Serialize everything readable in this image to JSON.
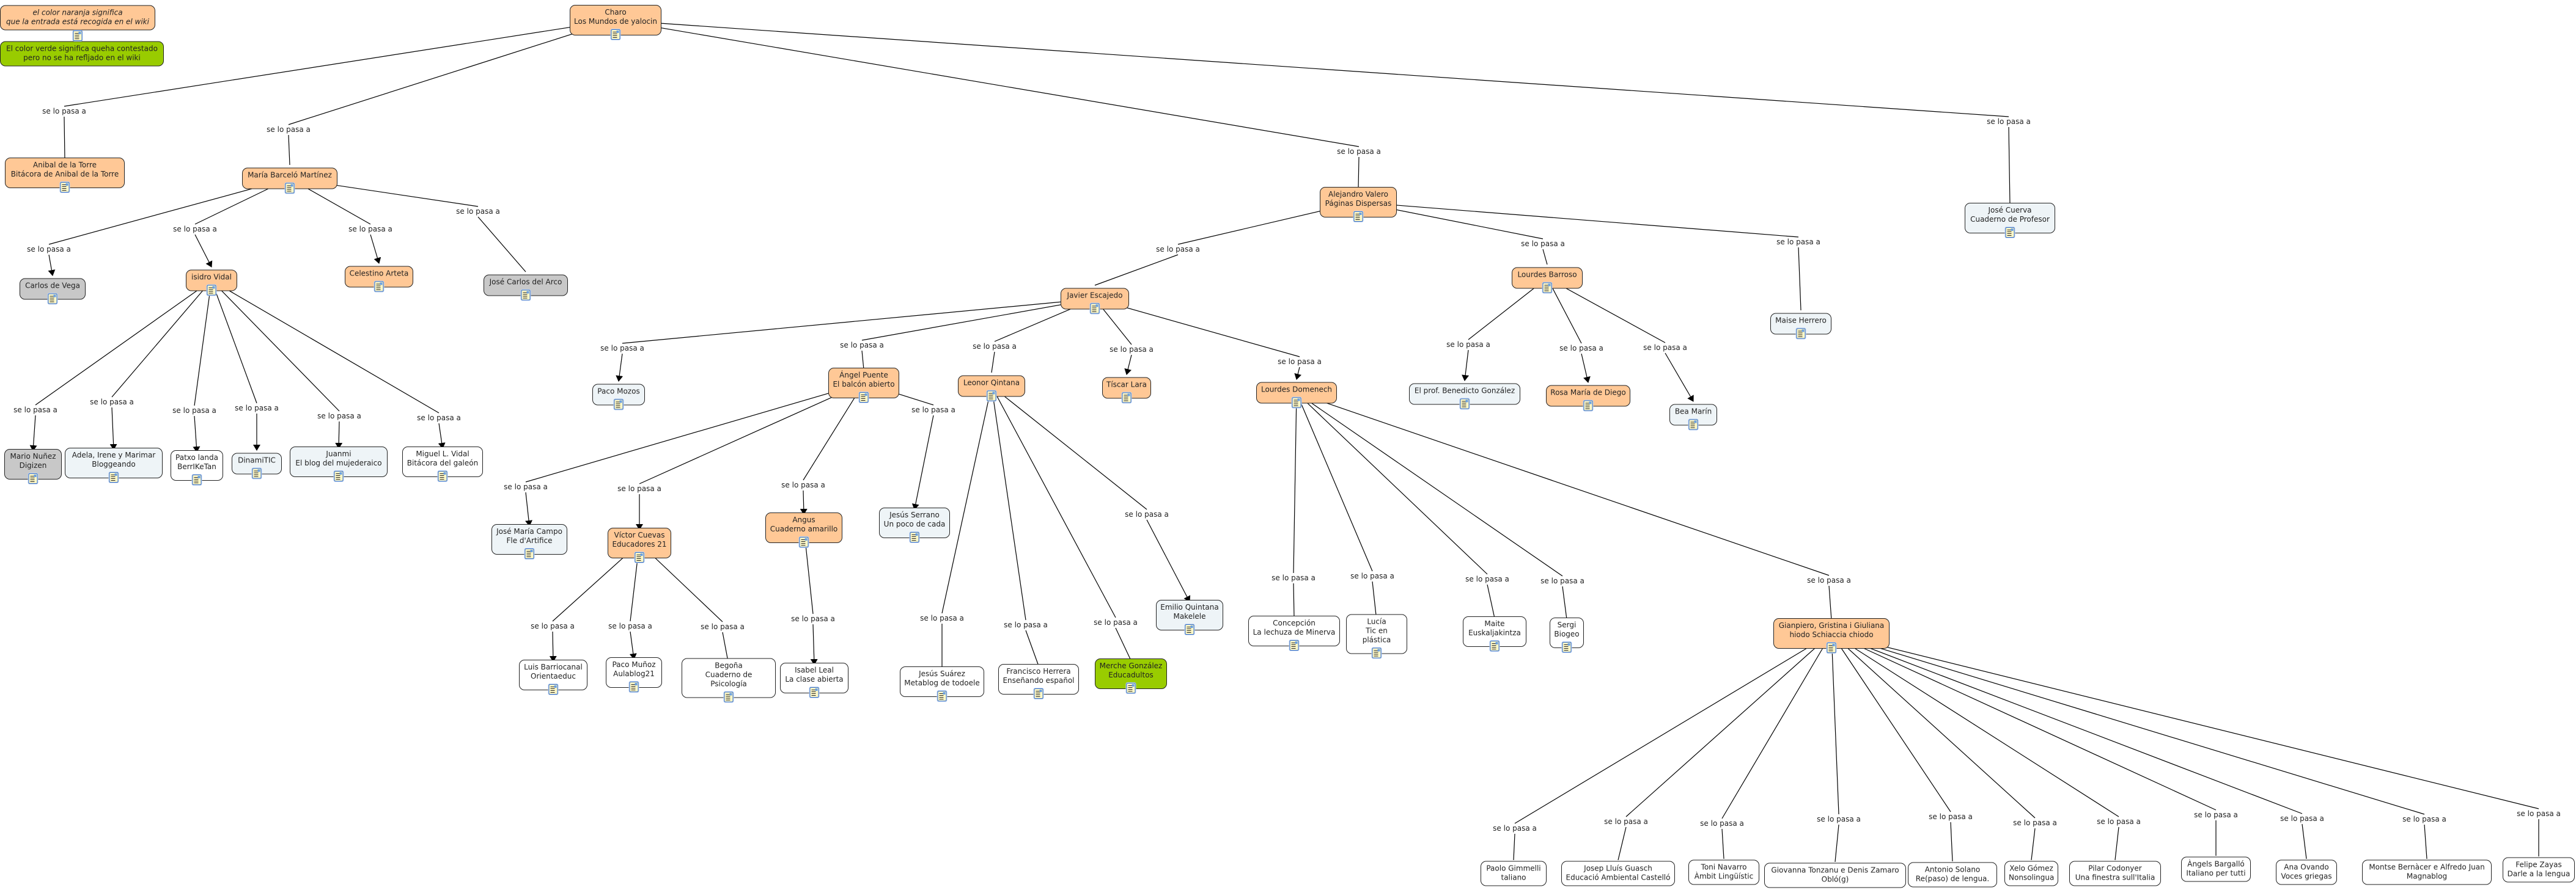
{
  "legend": {
    "orange_text": "el color naranja significa\nque la entrada está recogida en el wiki",
    "green_text": "El color verde significa queha contestado\npero no se ha refljado en el wiki"
  },
  "link_phrase": "se lo pasa a",
  "colors": {
    "orange": "#ffc896",
    "green": "#99cc00",
    "grey": "#c8c8c8",
    "light": "#eef4f7",
    "white": "#ffffff"
  },
  "nodes": [
    {
      "id": "charo",
      "label": "Charo\nLos Mundos de yalocin",
      "style": "orange"
    },
    {
      "id": "anibal",
      "label": "Anibal de la Torre\nBitácora de Anibal de la Torre",
      "style": "orange"
    },
    {
      "id": "maria",
      "label": "María Barceló Martínez",
      "style": "orange"
    },
    {
      "id": "alejandro",
      "label": "Alejandro Valero\nPáginas Dispersas",
      "style": "orange"
    },
    {
      "id": "cuerva",
      "label": "José Cuerva\nCuaderno de Profesor",
      "style": "light"
    },
    {
      "id": "carlos",
      "label": "Carlos de Vega",
      "style": "grey"
    },
    {
      "id": "isidro",
      "label": "isidro Vidal",
      "style": "orange"
    },
    {
      "id": "celestino",
      "label": "Celestino Arteta",
      "style": "orange"
    },
    {
      "id": "josecarlos",
      "label": "José Carlos del Arco",
      "style": "grey"
    },
    {
      "id": "mario",
      "label": "Mario Nuñez\nDigizen",
      "style": "grey"
    },
    {
      "id": "adela",
      "label": "Adela, Irene y Marimar\nBloggeando",
      "style": "light"
    },
    {
      "id": "patxo",
      "label": "Patxo landa\nBerrIKeTan",
      "style": "white"
    },
    {
      "id": "dinamitic",
      "label": "DinamiTIC",
      "style": "light"
    },
    {
      "id": "juanmi",
      "label": "Juanmi\nEl blog del mujederaico",
      "style": "light"
    },
    {
      "id": "miguel",
      "label": "Miguel L. Vidal\nBitácora del galeón",
      "style": "white"
    },
    {
      "id": "javier",
      "label": "Javier Escajedo",
      "style": "orange"
    },
    {
      "id": "lbarroso",
      "label": "Lourdes Barroso",
      "style": "orange"
    },
    {
      "id": "maise",
      "label": "Maise Herrero",
      "style": "light"
    },
    {
      "id": "paco",
      "label": "Paco Mozos",
      "style": "light"
    },
    {
      "id": "angel",
      "label": "Ángel Puente\nEl balcón abierto",
      "style": "orange"
    },
    {
      "id": "leonor",
      "label": "Leonor Qintana",
      "style": "orange"
    },
    {
      "id": "tiscar",
      "label": "Tíscar Lara",
      "style": "orange"
    },
    {
      "id": "ldomenech",
      "label": "Lourdes Domenech",
      "style": "orange"
    },
    {
      "id": "benedicto",
      "label": "El prof. Benedicto González",
      "style": "light"
    },
    {
      "id": "rosa",
      "label": "Rosa María de Diego",
      "style": "orange"
    },
    {
      "id": "bea",
      "label": "Bea Marín",
      "style": "light"
    },
    {
      "id": "campo",
      "label": "José María Campo\nFle d'Artifice",
      "style": "light"
    },
    {
      "id": "victor",
      "label": "Víctor Cuevas\nEducadores 21",
      "style": "orange"
    },
    {
      "id": "angus",
      "label": "Angus\nCuaderno amarillo",
      "style": "orange"
    },
    {
      "id": "serrano",
      "label": "Jesús Serrano\nUn poco de cada",
      "style": "light"
    },
    {
      "id": "emilio",
      "label": "Emilio Quintana\nMakelele",
      "style": "light"
    },
    {
      "id": "concepcion",
      "label": "Concepción\nLa lechuza de Minerva",
      "style": "white"
    },
    {
      "id": "lucia",
      "label": "Lucía\nTic en plástica",
      "style": "white"
    },
    {
      "id": "maite",
      "label": "Maite\nEuskaljakintza",
      "style": "white"
    },
    {
      "id": "sergi",
      "label": "Sergi\nBiogeo",
      "style": "white"
    },
    {
      "id": "gianpiero",
      "label": "Gianpiero, Gristina i Giuliana\nhiodo Schiaccia chiodo",
      "style": "orange"
    },
    {
      "id": "luis",
      "label": "Luis Barriocanal\nOrientaeduc",
      "style": "white"
    },
    {
      "id": "pacomunoz",
      "label": "Paco Muñoz\nAulablog21",
      "style": "white"
    },
    {
      "id": "begona",
      "label": "Begoña\nCuaderno de Psicología",
      "style": "white"
    },
    {
      "id": "isabel",
      "label": "Isabel Leal\nLa clase abierta",
      "style": "white"
    },
    {
      "id": "suarez",
      "label": "Jesús Suárez\nMetablog de todoele",
      "style": "white"
    },
    {
      "id": "herrera",
      "label": "Francisco Herrera\nEnseñando español",
      "style": "white"
    },
    {
      "id": "merche",
      "label": "Merche González\nEducadultos",
      "style": "green"
    },
    {
      "id": "paolo",
      "label": "Paolo Gimmelli\ntaliano",
      "style": "white",
      "noicon": true
    },
    {
      "id": "guasch",
      "label": "Josep Lluís Guasch\nEducació Ambiental Castelló",
      "style": "white",
      "noicon": true
    },
    {
      "id": "toni",
      "label": "Toni Navarro\nÀmbit Lingüístic",
      "style": "white",
      "noicon": true
    },
    {
      "id": "giovanna",
      "label": "Giovanna Tonzanu e Denis Zamaro\nObló(g)",
      "style": "white",
      "noicon": true
    },
    {
      "id": "solano",
      "label": "Antonio Solano\nRe(paso) de lengua.",
      "style": "white",
      "noicon": true
    },
    {
      "id": "xelo",
      "label": "Xelo Gómez\nNonsolingua",
      "style": "white",
      "noicon": true
    },
    {
      "id": "pilar",
      "label": "Pilar Codonyer\nUna finestra sull'Italia",
      "style": "white",
      "noicon": true
    },
    {
      "id": "angels",
      "label": "Àngels Bargalló\nItaliano per tutti",
      "style": "white",
      "noicon": true
    },
    {
      "id": "ana",
      "label": "Ana Ovando\nVoces griegas",
      "style": "white",
      "noicon": true
    },
    {
      "id": "montse",
      "label": "Montse Bernàcer e Alfredo Juan\nMagnablog",
      "style": "white",
      "noicon": true
    },
    {
      "id": "felipe",
      "label": "Felipe Zayas\nDarle a la lengua",
      "style": "white",
      "noicon": true
    }
  ],
  "links": [
    {
      "from": "charo",
      "to": "anibal",
      "arrow": false
    },
    {
      "from": "charo",
      "to": "maria",
      "arrow": false
    },
    {
      "from": "charo",
      "to": "alejandro",
      "arrow": false
    },
    {
      "from": "charo",
      "to": "cuerva",
      "arrow": false
    },
    {
      "from": "maria",
      "to": "carlos",
      "arrow": true
    },
    {
      "from": "maria",
      "to": "isidro",
      "arrow": true
    },
    {
      "from": "maria",
      "to": "celestino",
      "arrow": true
    },
    {
      "from": "maria",
      "to": "josecarlos",
      "arrow": false
    },
    {
      "from": "isidro",
      "to": "mario",
      "arrow": true
    },
    {
      "from": "isidro",
      "to": "adela",
      "arrow": true
    },
    {
      "from": "isidro",
      "to": "patxo",
      "arrow": true
    },
    {
      "from": "isidro",
      "to": "dinamitic",
      "arrow": true
    },
    {
      "from": "isidro",
      "to": "juanmi",
      "arrow": true
    },
    {
      "from": "isidro",
      "to": "miguel",
      "arrow": true
    },
    {
      "from": "alejandro",
      "to": "javier",
      "arrow": false
    },
    {
      "from": "alejandro",
      "to": "lbarroso",
      "arrow": false
    },
    {
      "from": "alejandro",
      "to": "maise",
      "arrow": false
    },
    {
      "from": "javier",
      "to": "paco",
      "arrow": true
    },
    {
      "from": "javier",
      "to": "angel",
      "arrow": false
    },
    {
      "from": "javier",
      "to": "leonor",
      "arrow": false
    },
    {
      "from": "javier",
      "to": "tiscar",
      "arrow": true
    },
    {
      "from": "javier",
      "to": "ldomenech",
      "arrow": true
    },
    {
      "from": "lbarroso",
      "to": "benedicto",
      "arrow": true
    },
    {
      "from": "lbarroso",
      "to": "rosa",
      "arrow": true
    },
    {
      "from": "lbarroso",
      "to": "bea",
      "arrow": true
    },
    {
      "from": "angel",
      "to": "campo",
      "arrow": true
    },
    {
      "from": "angel",
      "to": "victor",
      "arrow": true
    },
    {
      "from": "angel",
      "to": "angus",
      "arrow": true
    },
    {
      "from": "angel",
      "to": "serrano",
      "arrow": true
    },
    {
      "from": "leonor",
      "to": "suarez",
      "arrow": false
    },
    {
      "from": "leonor",
      "to": "herrera",
      "arrow": false
    },
    {
      "from": "leonor",
      "to": "merche",
      "arrow": false
    },
    {
      "from": "leonor",
      "to": "emilio",
      "arrow": true
    },
    {
      "from": "ldomenech",
      "to": "concepcion",
      "arrow": false
    },
    {
      "from": "ldomenech",
      "to": "lucia",
      "arrow": false
    },
    {
      "from": "ldomenech",
      "to": "maite",
      "arrow": false
    },
    {
      "from": "ldomenech",
      "to": "sergi",
      "arrow": false
    },
    {
      "from": "ldomenech",
      "to": "gianpiero",
      "arrow": false
    },
    {
      "from": "victor",
      "to": "luis",
      "arrow": true
    },
    {
      "from": "victor",
      "to": "pacomunoz",
      "arrow": true
    },
    {
      "from": "victor",
      "to": "begona",
      "arrow": true
    },
    {
      "from": "angus",
      "to": "isabel",
      "arrow": true
    },
    {
      "from": "gianpiero",
      "to": "paolo",
      "arrow": false
    },
    {
      "from": "gianpiero",
      "to": "guasch",
      "arrow": false
    },
    {
      "from": "gianpiero",
      "to": "toni",
      "arrow": false
    },
    {
      "from": "gianpiero",
      "to": "giovanna",
      "arrow": false
    },
    {
      "from": "gianpiero",
      "to": "solano",
      "arrow": false
    },
    {
      "from": "gianpiero",
      "to": "xelo",
      "arrow": false
    },
    {
      "from": "gianpiero",
      "to": "pilar",
      "arrow": false
    },
    {
      "from": "gianpiero",
      "to": "angels",
      "arrow": false
    },
    {
      "from": "gianpiero",
      "to": "ana",
      "arrow": false
    },
    {
      "from": "gianpiero",
      "to": "montse",
      "arrow": false
    },
    {
      "from": "gianpiero",
      "to": "felipe",
      "arrow": false
    }
  ]
}
